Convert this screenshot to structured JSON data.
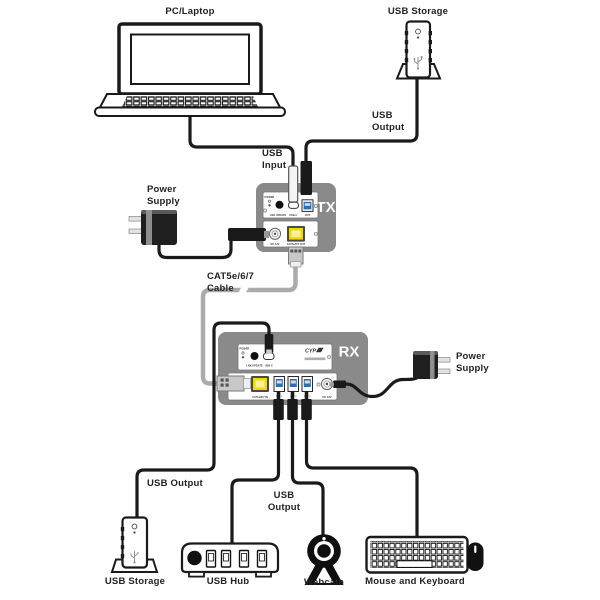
{
  "devices": {
    "pc_laptop": {
      "label": "PC/Laptop"
    },
    "usb_storage_top": {
      "label": "USB Storage"
    },
    "usb_storage_bottom": {
      "label": "USB Storage"
    },
    "usb_hub": {
      "label": "USB Hub"
    },
    "webcam": {
      "label": "Webcam"
    },
    "mouse_keyboard": {
      "label": "Mouse and Keyboard"
    },
    "power_supply_tx": {
      "line1": "Power",
      "line2": "Supply"
    },
    "power_supply_rx": {
      "line1": "Power",
      "line2": "Supply"
    },
    "tx": {
      "badge": "TX",
      "ports": {
        "power": "POWER",
        "lnk_update": "LNK UPDATE",
        "usb_c": "USB-C",
        "usb_a_out": "OUT",
        "dc": "DC 12V",
        "ethernet_out": "CAT5e/6/7 OUT"
      }
    },
    "rx": {
      "badge": "RX",
      "brand": "CYP",
      "ports": {
        "power": "POWER",
        "lnk_update": "LNK UPDATE",
        "usb_c": "USB-C",
        "ethernet_in": "CAT5e/6/7 IN",
        "usb_out1": "OUT 1",
        "usb_out2": "OUT 2",
        "usb_out3": "OUT 3",
        "dc": "DC 12V"
      }
    }
  },
  "cables": {
    "usb_input": {
      "line1": "USB",
      "line2": "Input"
    },
    "usb_output_top": {
      "line1": "USB",
      "line2": "Output"
    },
    "cat_cable": {
      "line1": "CAT5e/6/7",
      "line2": "Cable"
    },
    "usb_output_bottom_left": {
      "line1": "USB Output"
    },
    "usb_output_bottom_mid": {
      "line1": "USB",
      "line2": "Output"
    }
  },
  "colors": {
    "device_gray": "#8a8a8a",
    "ethernet_yellow": "#f5d800",
    "usb_blue": "#2e6fb0",
    "cable_black": "#1a1a1a",
    "cat_cable_gray": "#ababab"
  }
}
